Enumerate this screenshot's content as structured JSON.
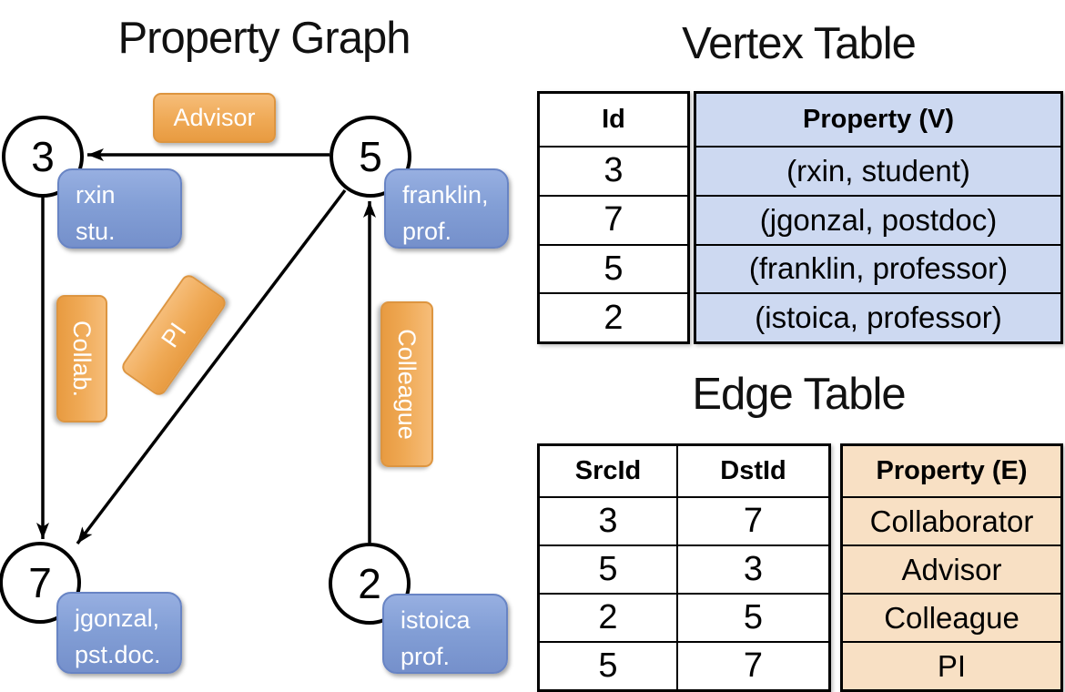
{
  "titles": {
    "graph": "Property Graph",
    "vertex": "Vertex Table",
    "edge": "Edge Table"
  },
  "graph": {
    "nodes": [
      {
        "id": "3"
      },
      {
        "id": "5"
      },
      {
        "id": "7"
      },
      {
        "id": "2"
      }
    ],
    "node_properties": [
      {
        "line1": "rxin",
        "line2": "stu."
      },
      {
        "line1": "franklin,",
        "line2": "prof."
      },
      {
        "line1": "jgonzal,",
        "line2": "pst.doc."
      },
      {
        "line1": "istoica",
        "line2": "prof."
      }
    ],
    "edge_labels": [
      {
        "label": "Advisor"
      },
      {
        "label": "Collab."
      },
      {
        "label": "PI"
      },
      {
        "label": "Colleague"
      }
    ]
  },
  "vertex_table": {
    "headers": {
      "id": "Id",
      "property": "Property (V)"
    },
    "rows": [
      {
        "id": "3",
        "property": "(rxin, student)"
      },
      {
        "id": "7",
        "property": "(jgonzal, postdoc)"
      },
      {
        "id": "5",
        "property": "(franklin, professor)"
      },
      {
        "id": "2",
        "property": "(istoica, professor)"
      }
    ]
  },
  "edge_table": {
    "headers": {
      "src": "SrcId",
      "dst": "DstId",
      "property": "Property (E)"
    },
    "rows": [
      {
        "src": "3",
        "dst": "7",
        "property": "Collaborator"
      },
      {
        "src": "5",
        "dst": "3",
        "property": "Advisor"
      },
      {
        "src": "2",
        "dst": "5",
        "property": "Colleague"
      },
      {
        "src": "5",
        "dst": "7",
        "property": "PI"
      }
    ]
  },
  "colors": {
    "edge_label_fill": "#EFA955",
    "vertex_box_fill": "#839FD6",
    "vertex_table_cell": "#CDD9F1",
    "edge_table_cell": "#F8E0C4",
    "line": "#000000"
  }
}
